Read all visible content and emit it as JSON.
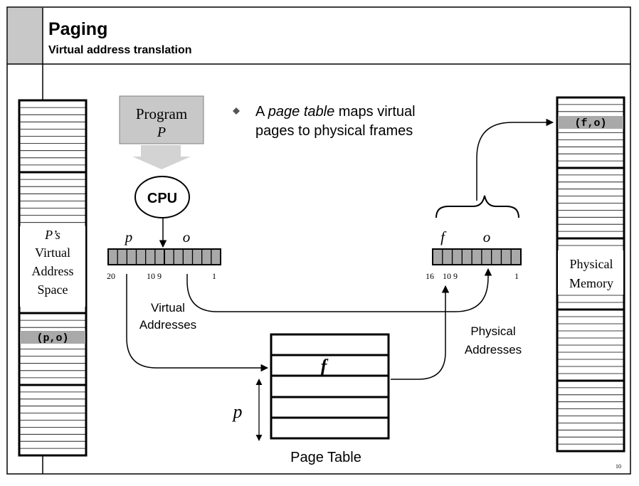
{
  "slide": {
    "title": "Paging",
    "subtitle": "Virtual address translation",
    "page_number": "10"
  },
  "bullet": {
    "pre": "A ",
    "emph": "page table",
    "line1_post": " maps virtual",
    "line2": "pages to physical frames"
  },
  "program": {
    "line1": "Program",
    "line2": "P"
  },
  "cpu": {
    "label": "CPU"
  },
  "virtual_space": {
    "label_lines": [
      "P’s",
      "Virtual",
      "Address",
      "Space"
    ],
    "highlight": "(p,o)"
  },
  "virtual_address": {
    "field_p": "p",
    "field_o": "o",
    "bit_labels": [
      "20",
      "10 9",
      "1"
    ],
    "caption_lines": [
      "Virtual",
      "Addresses"
    ]
  },
  "physical_address": {
    "field_f": "f",
    "field_o": "o",
    "bit_labels": [
      "16",
      "10 9",
      "1"
    ],
    "caption_lines": [
      "Physical",
      "Addresses"
    ]
  },
  "page_table": {
    "entry": "f",
    "index_label": "p",
    "caption": "Page Table"
  },
  "physical_memory": {
    "highlight": "(f,o)",
    "label_lines": [
      "Physical",
      "Memory"
    ]
  },
  "colors": {
    "accent_gray": "#c8c8c8",
    "dark_gray": "#a9a9a9",
    "line": "#000000"
  }
}
